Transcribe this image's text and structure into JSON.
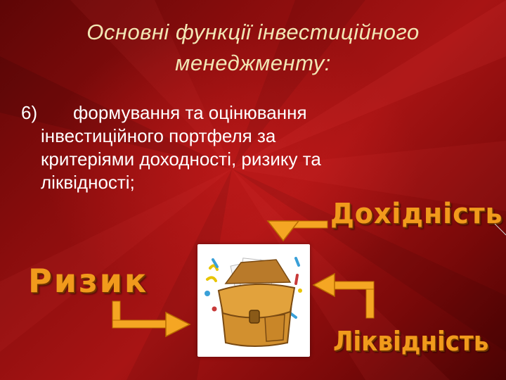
{
  "slide": {
    "title_line1": "Основні функції інвестиційного",
    "title_line2": "менеджменту:",
    "item_number": "6)",
    "item_line1": "формування та оцінювання",
    "item_line2": "інвестиційного портфеля за",
    "item_line3": "критеріями доходності, ризику та",
    "item_line4": "ліквідності;",
    "labels": {
      "profitability": "Дохідність",
      "risk": "Ризик",
      "liquidity": "Ліквідність"
    }
  },
  "colors": {
    "background": "#8a0d0d",
    "title": "#f2e6b4",
    "text": "#ffffff",
    "wordart": "#f19a1c",
    "arrow": "#f5a623"
  },
  "icons": [
    "briefcase-icon",
    "arrow-down-icon",
    "arrow-right-icon",
    "arrow-left-icon"
  ]
}
